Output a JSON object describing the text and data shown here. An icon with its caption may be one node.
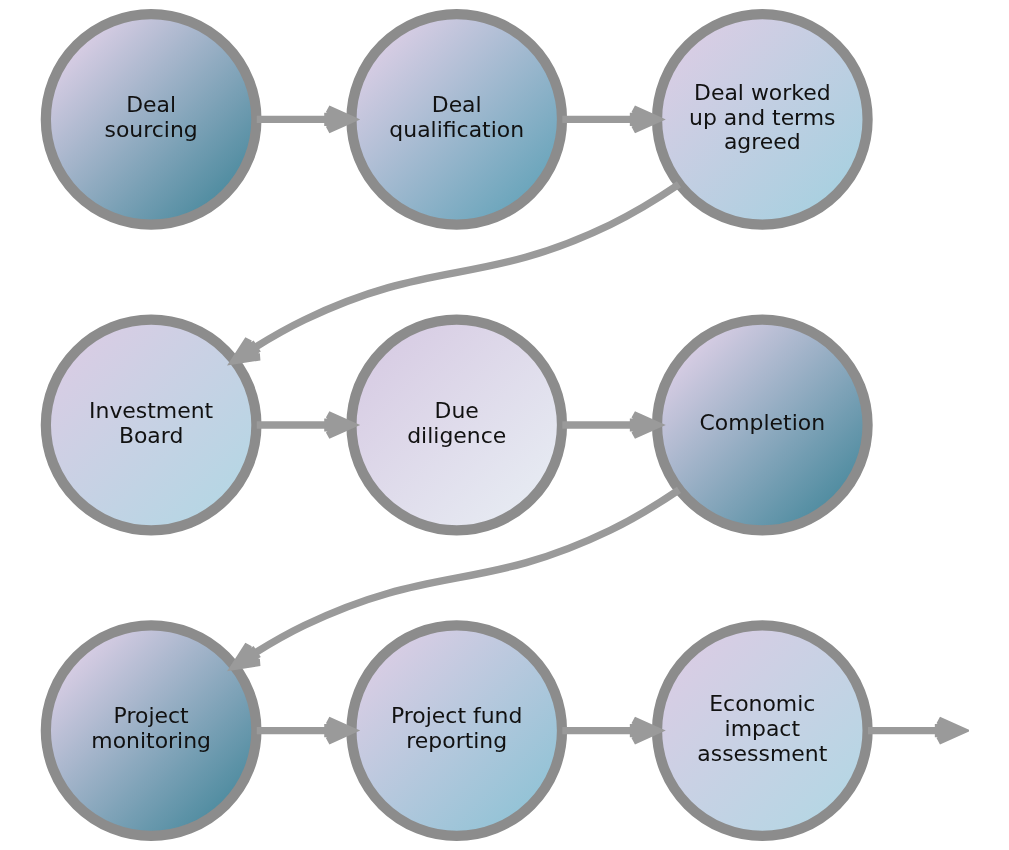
{
  "diagram": {
    "nodes": [
      {
        "text": [
          "Deal sourcing"
        ]
      },
      {
        "text": [
          "Deal qualification"
        ]
      },
      {
        "text": [
          "Deal worked up and terms agreed"
        ]
      },
      {
        "text": [
          "Investment Board"
        ]
      },
      {
        "text": [
          "Due diligence"
        ]
      },
      {
        "text": [
          "Completion"
        ]
      },
      {
        "text": [
          "Project monitoring"
        ]
      },
      {
        "text": [
          "Project fund reporting"
        ]
      },
      {
        "text": [
          "Economic impact assessment"
        ]
      }
    ],
    "edges": [
      {
        "from": 0,
        "to": 1,
        "arrow": "to"
      },
      {
        "from": 1,
        "to": 2,
        "arrow": "to"
      },
      {
        "from": 2,
        "to": 3,
        "arrow": "to"
      },
      {
        "from": 3,
        "to": 4,
        "arrow": "to"
      },
      {
        "from": 4,
        "to": 5,
        "arrow": "to"
      },
      {
        "from": 5,
        "to": 6,
        "arrow": "to"
      },
      {
        "from": 6,
        "to": 7,
        "arrow": "to"
      },
      {
        "from": 7,
        "to": 8,
        "arrow": "to"
      },
      {
        "from": 8,
        "to": null,
        "arrow": "to"
      }
    ]
  }
}
